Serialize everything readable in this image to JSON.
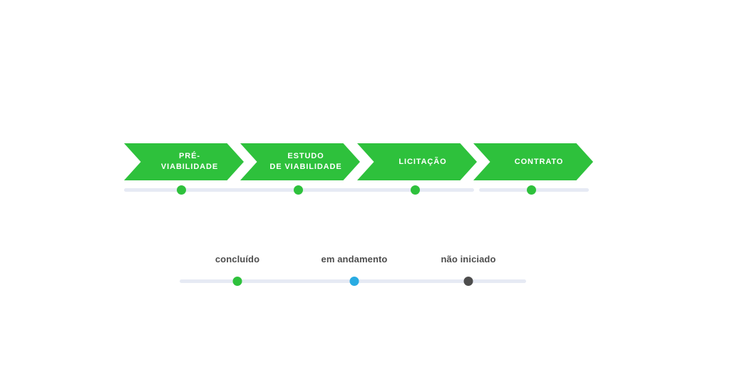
{
  "diagram": {
    "type": "process-timeline",
    "title": "",
    "steps": [
      {
        "label": "PRÉ-\nVIABILIDADE",
        "status": "concluído",
        "dot_color": "#2ec13c"
      },
      {
        "label": "ESTUDO\nDE VIABILIDADE",
        "status": "concluído",
        "dot_color": "#2ec13c"
      },
      {
        "label": "LICITAÇÃO",
        "status": "concluído",
        "dot_color": "#2ec13c"
      },
      {
        "label": "CONTRATO",
        "status": "concluído",
        "dot_color": "#2ec13c"
      }
    ],
    "chevron_color": "#2ec13c",
    "track_color": "#e6eaf4"
  },
  "legend": {
    "items": [
      {
        "label": "concluído",
        "color": "#2ec13c"
      },
      {
        "label": "em andamento",
        "color": "#29abe2"
      },
      {
        "label": "não iniciado",
        "color": "#4d4d4d"
      }
    ]
  }
}
